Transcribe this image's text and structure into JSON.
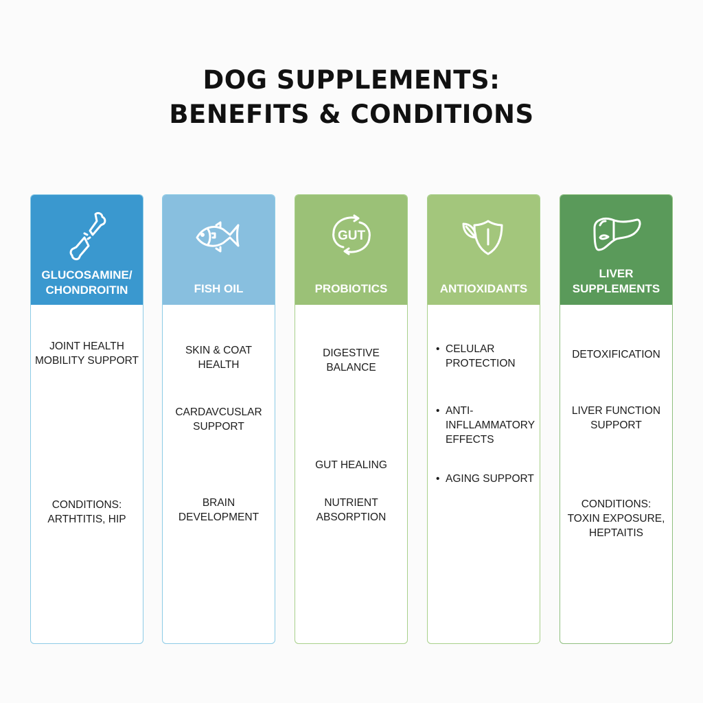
{
  "title": "DOG SUPPLEMENTS:\nBENEFITS & CONDITIONS",
  "columns": [
    {
      "label": "GLUCOSAMINE/\nCHONDROITIN",
      "icon": "bone-icon",
      "color": "#3a98cf",
      "items": [
        "JOINT HEALTH\nMOBILITY SUPPORT",
        "CONDITIONS:\nARTHTITIS, HIP"
      ]
    },
    {
      "label": "FISH OIL",
      "icon": "fish-icon",
      "color": "#88bfdf",
      "items": [
        "SKIN & COAT\nHEALTH",
        "CARDAVCUSLAR\nSUPPORT",
        "BRAIN\nDEVELOPMENT"
      ]
    },
    {
      "label": "PROBIOTICS",
      "icon": "gut-cycle-icon",
      "icon_text": "GUT",
      "color": "#9bc177",
      "items": [
        "DIGESTIVE\nBALANCE",
        "GUT HEALING",
        "NUTRIENT\nABSORPTION"
      ]
    },
    {
      "label": "ANTIOXIDANTS",
      "icon": "leaf-shield-icon",
      "color": "#a3c67c",
      "items": [
        "CELULAR\nPROTECTION",
        "ANTI-\nINFLLAMMATORY\nEFFECTS",
        "AGING SUPPORT"
      ]
    },
    {
      "label": "LIVER\nSUPPLEMENTS",
      "icon": "liver-icon",
      "color": "#5a9a5a",
      "items": [
        "DETOXIFICATION",
        "LIVER FUNCTION\nSUPPORT",
        "CONDITIONS:\nTOXIN EXPOSURE,\nHEPTAITIS"
      ]
    }
  ]
}
